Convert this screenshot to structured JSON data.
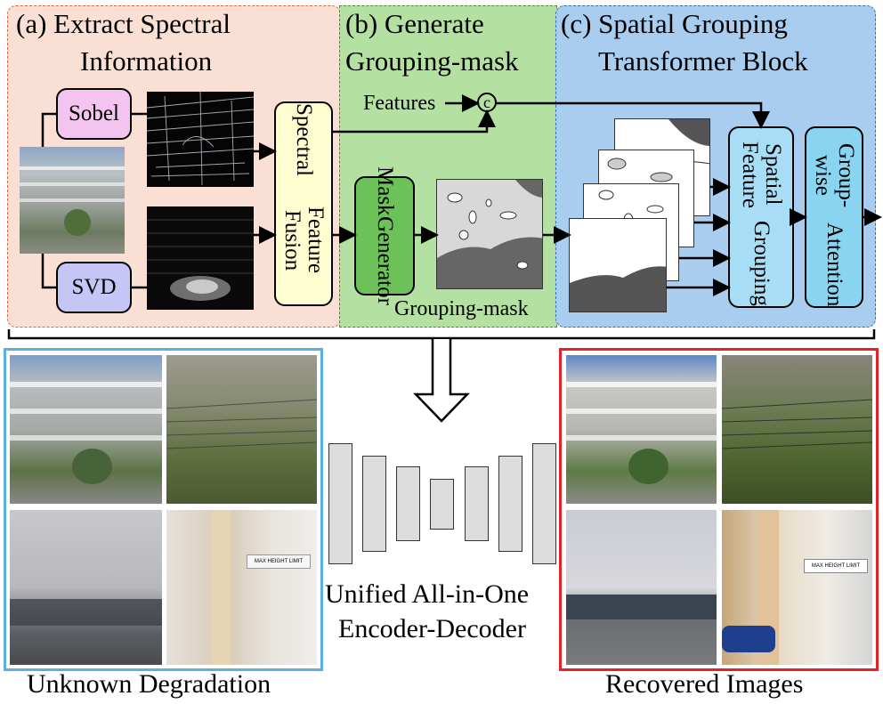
{
  "panels": {
    "a": {
      "title_line1": "(a)  Extract Spectral",
      "title_line2": "Information",
      "bg": "#fae0d4",
      "border": "#d9693f"
    },
    "b": {
      "title_line1": "(b) Generate",
      "title_line2": "Grouping-mask",
      "bg": "#b4e1a1",
      "border": "#4a8a3a"
    },
    "c": {
      "title_line1": "(c) Spatial Grouping",
      "title_line2": "Transformer Block",
      "bg": "#a9cdee",
      "border": "#3a6ea8"
    }
  },
  "nodes": {
    "sobel": {
      "label": "Sobel",
      "color": "#f2c4ef"
    },
    "svd": {
      "label": "SVD",
      "color": "#c5c6f6"
    },
    "fusion": {
      "line1": "Spectral",
      "line2": "Feature Fusion",
      "color": "#fdfdcf"
    },
    "mask_generator": {
      "line1": "Mask",
      "line2": "Generator",
      "color": "#6cc159"
    },
    "spatial_grouping": {
      "line1": "Spatial Feature",
      "line2": "Grouping",
      "color": "#a7ddf5"
    },
    "group_attention": {
      "line1": "Group-wise",
      "line2": "Attention",
      "color": "#89d4f1"
    }
  },
  "labels": {
    "features": "Features",
    "concat": "c",
    "grouping_mask": "Grouping-mask",
    "encoder_line1": "Unified All-in-One",
    "encoder_line2": "Encoder-Decoder",
    "unknown": "Unknown Degradation",
    "recovered": "Recovered Images",
    "sign_text": "MAX HEIGHT LIMIT"
  },
  "colors": {
    "unknown_frame": "#5ab0e0",
    "recovered_frame": "#e3232a",
    "encoder_block": "#dcdcdc"
  }
}
